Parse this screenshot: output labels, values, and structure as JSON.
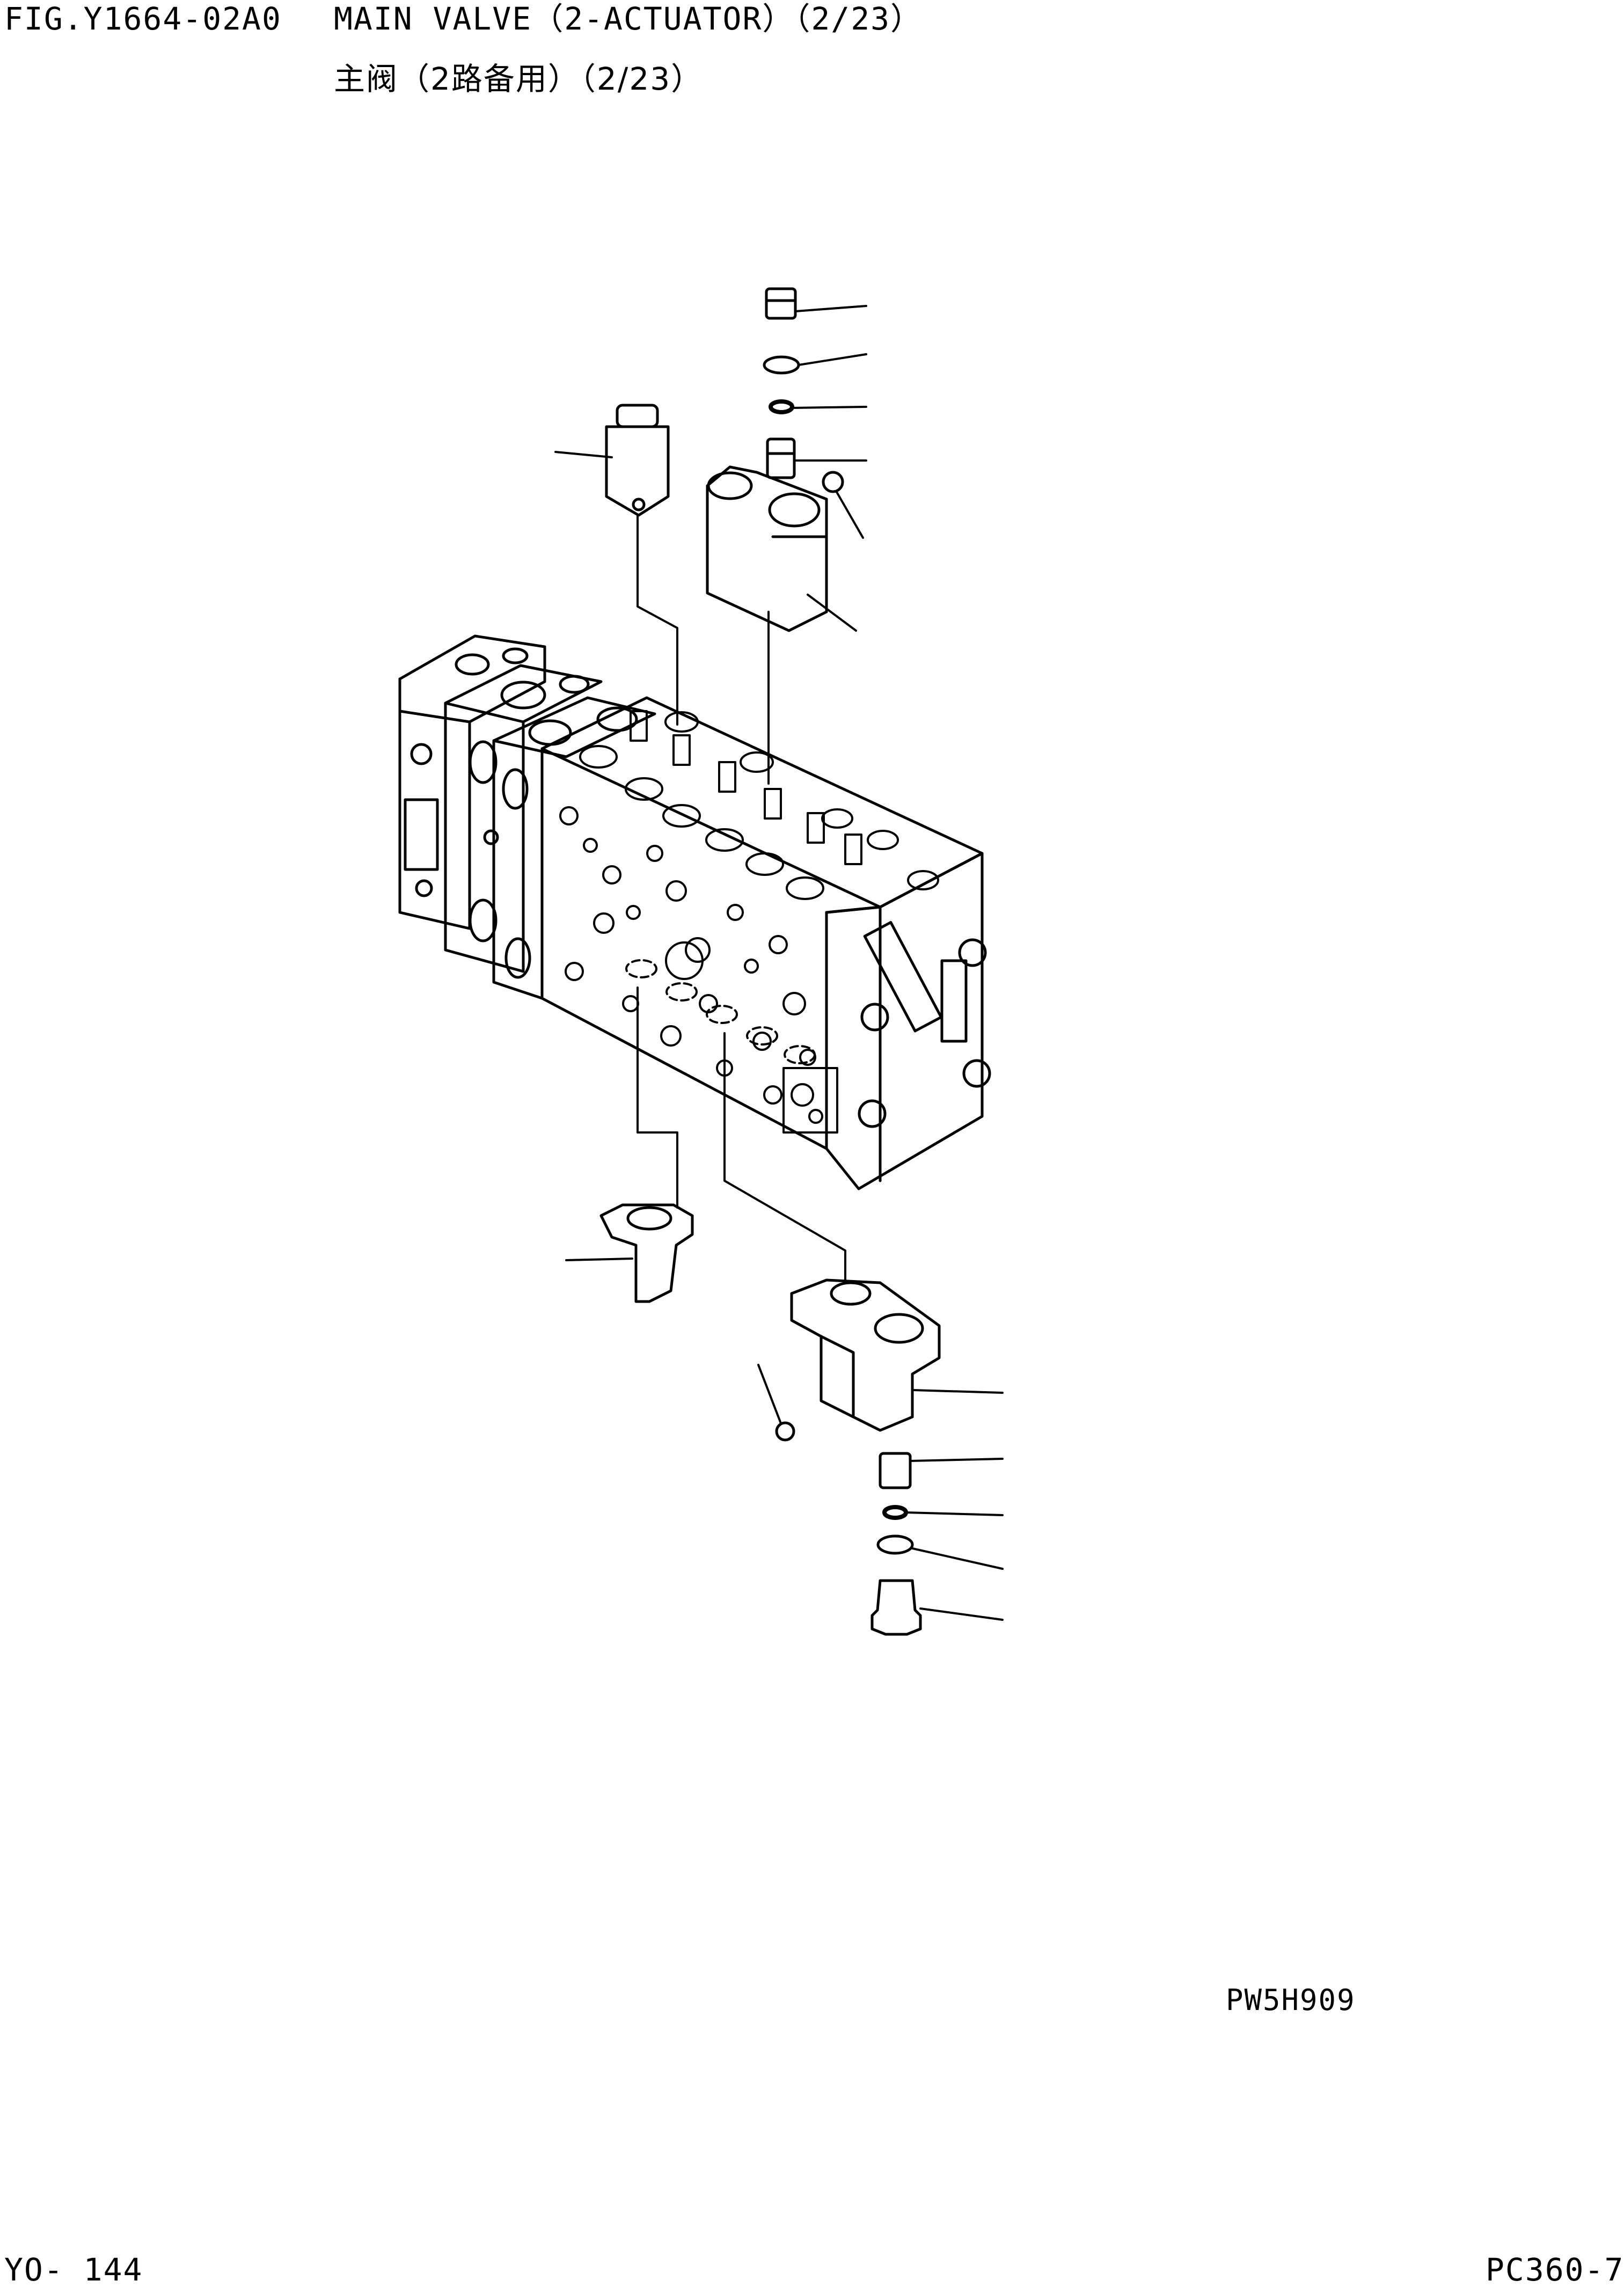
{
  "header": {
    "fig_number": "FIG.Y1664-02A0",
    "title_en": "MAIN VALVE（2-ACTUATOR）（2/23）",
    "title_cn": "主阀（2路备用）（2/23）"
  },
  "diagram": {
    "drawing_code": "PW5H909"
  },
  "footer": {
    "page_number": "YO- 144",
    "model": "PC360-7"
  }
}
